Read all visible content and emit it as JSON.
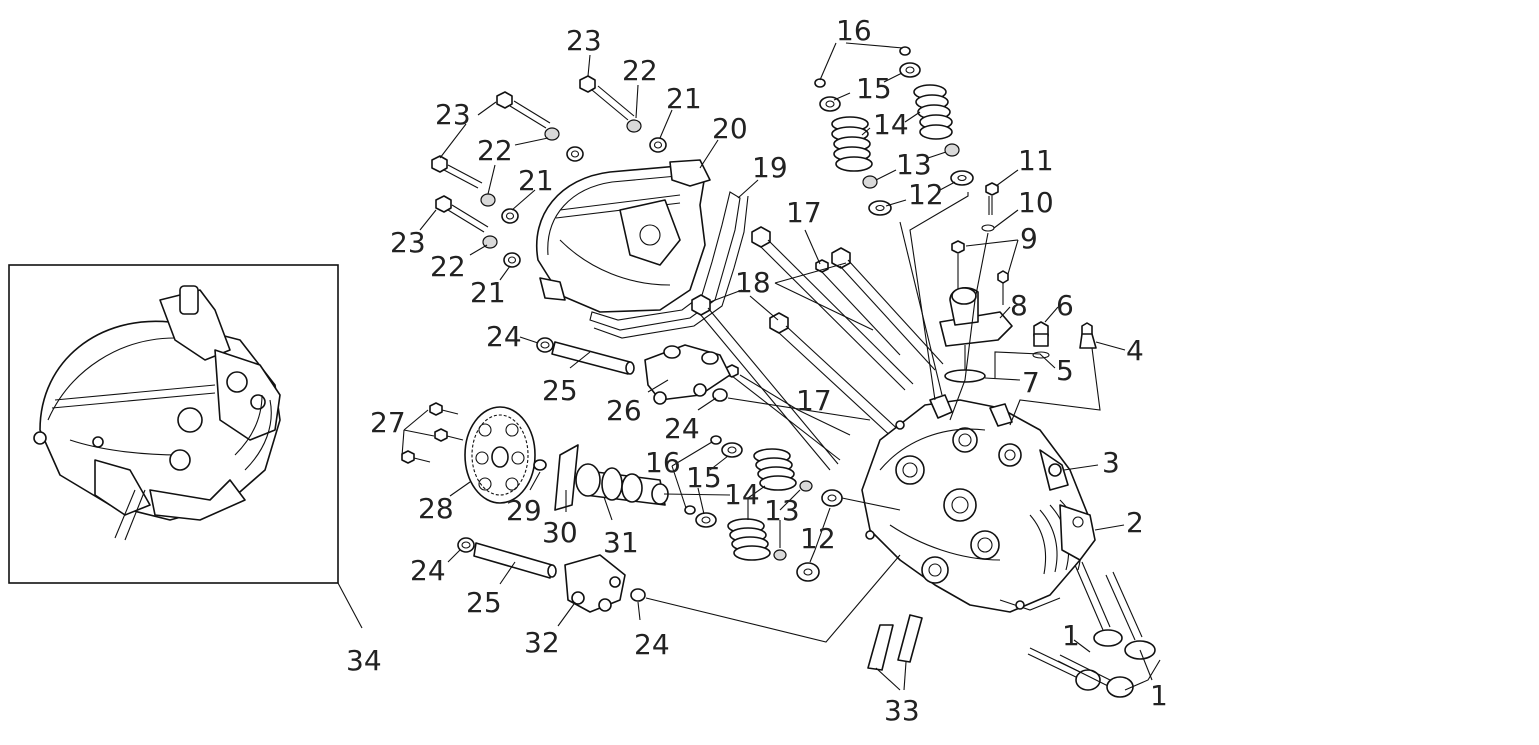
{
  "callouts": {
    "c1a": "1",
    "c1b": "1",
    "c2": "2",
    "c3": "3",
    "c4": "4",
    "c5": "5",
    "c6": "6",
    "c7": "7",
    "c8": "8",
    "c9": "9",
    "c10": "10",
    "c11": "11",
    "c12a": "12",
    "c12b": "12",
    "c13a": "13",
    "c13b": "13",
    "c14a": "14",
    "c14b": "14",
    "c15a": "15",
    "c15b": "15",
    "c16a": "16",
    "c16b": "16",
    "c17a": "17",
    "c17b": "17",
    "c18": "18",
    "c19": "19",
    "c20": "20",
    "c21a": "21",
    "c21b": "21",
    "c21c": "21",
    "c22a": "22",
    "c22b": "22",
    "c22c": "22",
    "c23a": "23",
    "c23b": "23",
    "c23c": "23",
    "c24a": "24",
    "c24b": "24",
    "c24c": "24",
    "c24d": "24",
    "c25a": "25",
    "c25b": "25",
    "c26": "26",
    "c27": "27",
    "c28": "28",
    "c29": "29",
    "c30": "30",
    "c31": "31",
    "c32": "32",
    "c33": "33",
    "c34": "34"
  },
  "colors": {
    "line": "#111111",
    "text": "#222222",
    "background": "#ffffff"
  }
}
